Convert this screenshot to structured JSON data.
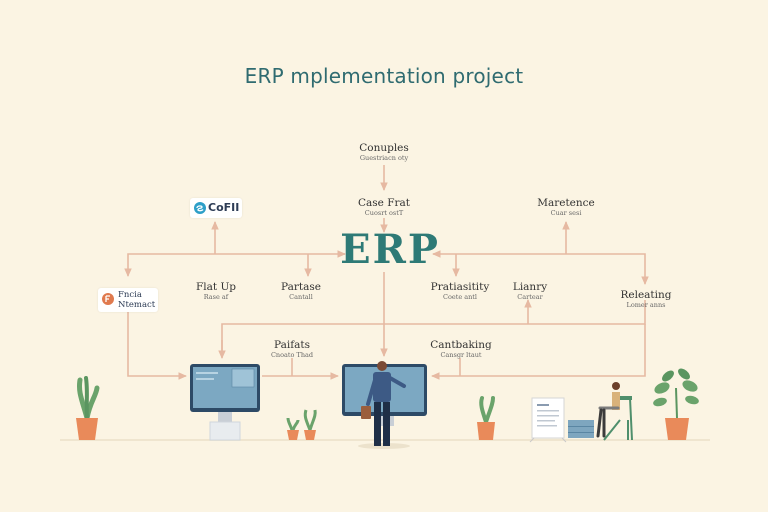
{
  "title": "ERP mplementation project",
  "center_label": "ERP",
  "nodes": {
    "top": {
      "label": "Conuples",
      "sub": "Guestriacn oty"
    },
    "case": {
      "label": "Case Frat",
      "sub": "Cuosrt ostT"
    },
    "maint": {
      "label": "Maretence",
      "sub": "Cuar sesi"
    },
    "flat": {
      "label": "Flat Up",
      "sub": "Rase af"
    },
    "partase": {
      "label": "Partase",
      "sub": "Cantall"
    },
    "prob": {
      "label": "Pratiasitity",
      "sub": "Coete antl"
    },
    "lianry": {
      "label": "Lianry",
      "sub": "Cartear"
    },
    "releas": {
      "label": "Releating",
      "sub": "Lomer anns"
    },
    "paifats": {
      "label": "Paifats",
      "sub": "Cnoato Thad"
    },
    "cantbaking": {
      "label": "Cantbaking",
      "sub": "Cansgr ltaut"
    }
  },
  "badges": {
    "cofii": "CoFII",
    "fncia_1": "Fncia",
    "fncia_2": "Ntemact"
  },
  "colors": {
    "background": "#fbf4e3",
    "title": "#2f6b70",
    "erp": "#2e7a76",
    "arrow": "#e6b9a2",
    "monitor": "#2d4a66",
    "screen": "#7ca8c2",
    "plant": "#6aa36b",
    "pot": "#e98a5a"
  }
}
